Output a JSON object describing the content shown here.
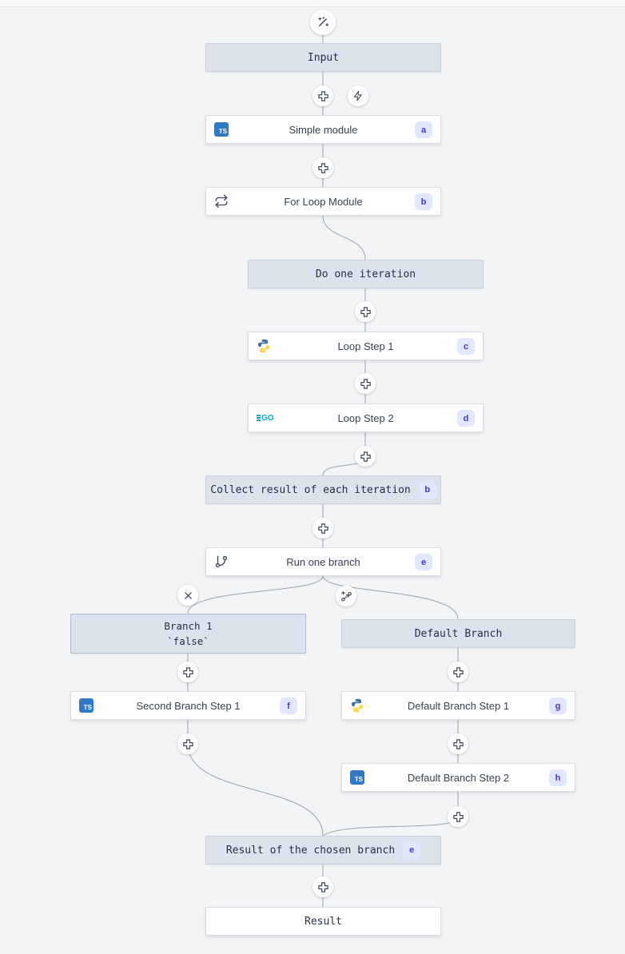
{
  "colors": {
    "canvas_bg": "#f3f4f6",
    "virtual_node_bg": "#dce3ec",
    "virtual_node_border": "#c7d0dc",
    "module_node_bg": "#ffffff",
    "badge_bg": "#e0e7ff",
    "badge_text": "#4338ca",
    "edge": "#9ca3af",
    "typescript_blue": "#3178c6",
    "go_cyan": "#00acd7",
    "python_blue": "#3b72a4",
    "python_yellow": "#ffd343"
  },
  "icons": {
    "start": "wand-sparkles-icon",
    "add_step": "plus-icon",
    "trigger": "zap-icon",
    "loop": "repeat-icon",
    "branch": "git-branch-icon",
    "remove_branch": "x-icon",
    "add_branch": "branch-plus-icon",
    "ts_label": "TS",
    "go_label": "GO"
  },
  "nodes": {
    "input": {
      "label": "Input"
    },
    "simple_module": {
      "label": "Simple module",
      "badge": "a",
      "language": "typescript"
    },
    "for_loop_module": {
      "label": "For Loop Module",
      "badge": "b"
    },
    "do_one_iteration": {
      "label": "Do one iteration"
    },
    "loop_step_1": {
      "label": "Loop Step 1",
      "badge": "c",
      "language": "python"
    },
    "loop_step_2": {
      "label": "Loop Step 2",
      "badge": "d",
      "language": "go"
    },
    "collect_result": {
      "label": "Collect result of each iteration",
      "badge": "b"
    },
    "run_one_branch": {
      "label": "Run one branch",
      "badge": "e"
    },
    "branch_1": {
      "label": "Branch 1",
      "sublabel": "`false`"
    },
    "default_branch": {
      "label": "Default Branch"
    },
    "second_branch_step_1": {
      "label": "Second Branch Step 1",
      "badge": "f",
      "language": "typescript"
    },
    "default_branch_step_1": {
      "label": "Default Branch Step 1",
      "badge": "g",
      "language": "python"
    },
    "default_branch_step_2": {
      "label": "Default Branch Step 2",
      "badge": "h",
      "language": "typescript"
    },
    "result_of_chosen_branch": {
      "label": "Result of the chosen branch",
      "badge": "e"
    },
    "result": {
      "label": "Result"
    }
  }
}
